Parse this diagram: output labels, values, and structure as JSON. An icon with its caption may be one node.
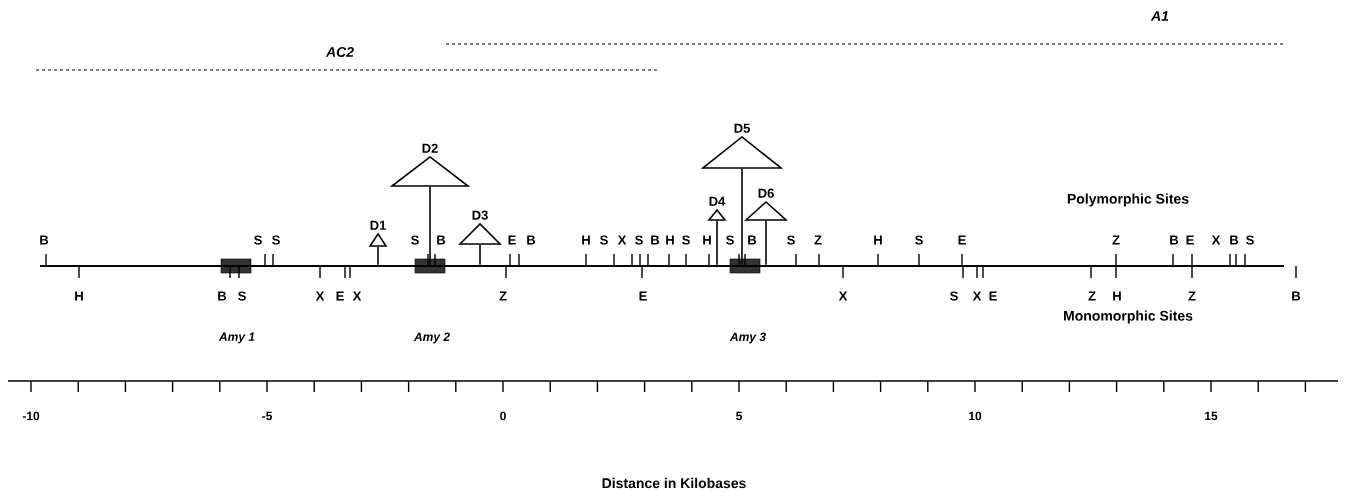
{
  "diagram": {
    "nodes": [
      {
        "text": [
          "D1"
        ]
      },
      {
        "text": [
          "D2"
        ]
      },
      {
        "text": [
          "D3"
        ]
      },
      {
        "text": [
          "D4"
        ]
      },
      {
        "text": [
          "D5"
        ]
      },
      {
        "text": [
          "D6"
        ]
      },
      {
        "text": [],
        "shape": "bar"
      }
    ],
    "edges": [
      {
        "from": 0,
        "to": 6,
        "arrow": "none"
      },
      {
        "from": 1,
        "to": 6,
        "arrow": "none"
      },
      {
        "from": 2,
        "to": 6,
        "arrow": "none"
      },
      {
        "from": 3,
        "to": 6,
        "arrow": "none"
      },
      {
        "from": 4,
        "to": 6,
        "arrow": "none"
      },
      {
        "from": 5,
        "to": 6,
        "arrow": "none"
      }
    ],
    "labels": [
      "A1",
      "AC2",
      "Polymorphic Sites",
      "B",
      "S",
      "S",
      "S",
      "B",
      "E",
      "B",
      "H",
      "S",
      "X",
      "S",
      "B",
      "H",
      "S",
      "H",
      "S",
      "B",
      "S",
      "Z",
      "H",
      "S",
      "E",
      "Z",
      "B",
      "E",
      "X",
      "B",
      "S",
      "H",
      "B",
      "S",
      "X",
      "E",
      "X",
      "Z",
      "E",
      "X",
      "S",
      "X",
      "E",
      "Z",
      "H",
      "Z",
      "B",
      "Amy 1",
      "Amy 2",
      "Amy 3",
      "Monomorphic Sites",
      "-10",
      "-5",
      "0",
      "5",
      "10",
      "15",
      "Distance in Kilobases"
    ]
  }
}
